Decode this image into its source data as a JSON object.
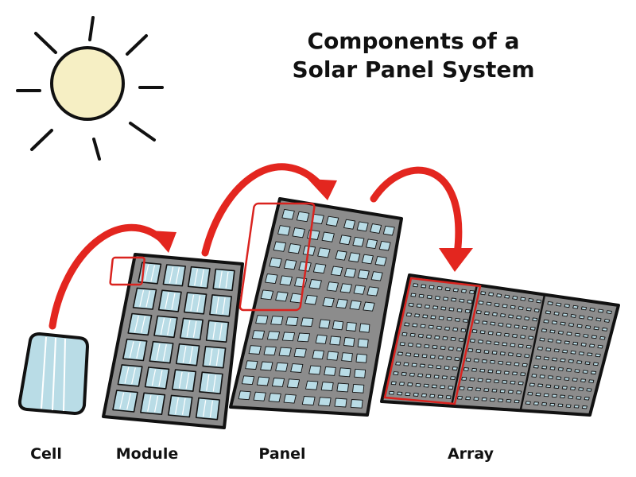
{
  "title": {
    "line1": "Components of a",
    "line2": "Solar Panel System"
  },
  "labels": {
    "cell": "Cell",
    "module": "Module",
    "panel": "Panel",
    "array": "Array"
  },
  "icons": {
    "sun": "sun-icon",
    "arrow": "curved-arrow-icon"
  },
  "colors": {
    "sun_fill": "#f6efc4",
    "cell_fill": "#b9dce6",
    "frame_fill": "#8c8c8c",
    "highlight": "#d9231f",
    "arrow": "#e3261f",
    "outline": "#111111"
  }
}
